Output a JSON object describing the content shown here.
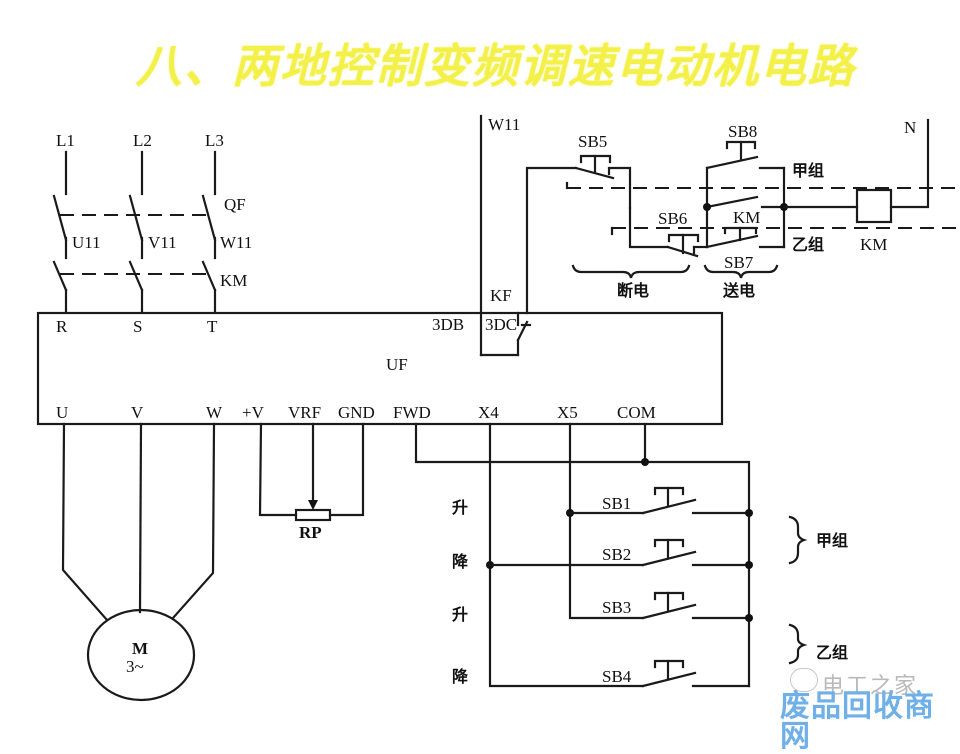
{
  "title": "八、两地控制变频调速电动机电路",
  "colors": {
    "title": "#f4f04a",
    "line": "#1a1a1a",
    "watermark_text": "#b9b9b9",
    "watermark_brand": "#6fb0e8"
  },
  "power_lines": [
    "L1",
    "L2",
    "L3"
  ],
  "breaker": {
    "label": "QF",
    "outputs": [
      "U11",
      "V11",
      "W11"
    ]
  },
  "contactor_main": "KM",
  "inverter": {
    "label": "UF",
    "input_terminals": [
      "R",
      "S",
      "T"
    ],
    "relay_terminals": [
      "3DB",
      "3DC"
    ],
    "relay_label": "KF",
    "output_terminals": [
      "U",
      "V",
      "W",
      "+V",
      "VRF",
      "GND",
      "FWD",
      "X4",
      "X5",
      "COM"
    ]
  },
  "potentiometer": "RP",
  "motor": {
    "label": "M",
    "phase": "3~"
  },
  "control": {
    "supply": "W11",
    "neutral": "N",
    "coil": "KM",
    "hold_contact": "KM",
    "stop_buttons": [
      "SB5",
      "SB6"
    ],
    "start_buttons": [
      "SB8",
      "SB7"
    ],
    "group_a": "甲组",
    "group_b": "乙组",
    "stop_caption": "断电",
    "start_caption": "送电"
  },
  "speed_buttons": [
    {
      "label": "SB1",
      "action": "升"
    },
    {
      "label": "SB2",
      "action": "降"
    },
    {
      "label": "SB3",
      "action": "升"
    },
    {
      "label": "SB4",
      "action": "降"
    }
  ],
  "speed_groups": [
    "甲组",
    "乙组"
  ],
  "watermark": {
    "account": "电工之家",
    "brand": "废品回收商网"
  }
}
